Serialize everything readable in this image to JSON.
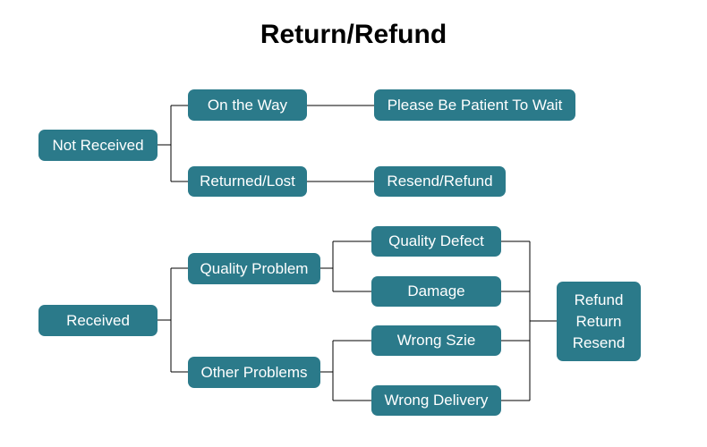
{
  "title": "Return/Refund",
  "nodes": {
    "not_received": "Not Received",
    "on_the_way": "On the Way",
    "returned_lost": "Returned/Lost",
    "please_wait": "Please Be Patient To Wait",
    "resend_refund": "Resend/Refund",
    "received": "Received",
    "quality_problem": "Quality Problem",
    "other_problems": "Other Problems",
    "quality_defect": "Quality Defect",
    "damage": "Damage",
    "wrong_size": "Wrong Szie",
    "wrong_delivery": "Wrong Delivery",
    "outcomes": [
      "Refund",
      "Return",
      "Resend"
    ]
  },
  "colors": {
    "node_fill": "#2b7a8a",
    "node_text": "#ffffff",
    "connector": "#000000"
  }
}
